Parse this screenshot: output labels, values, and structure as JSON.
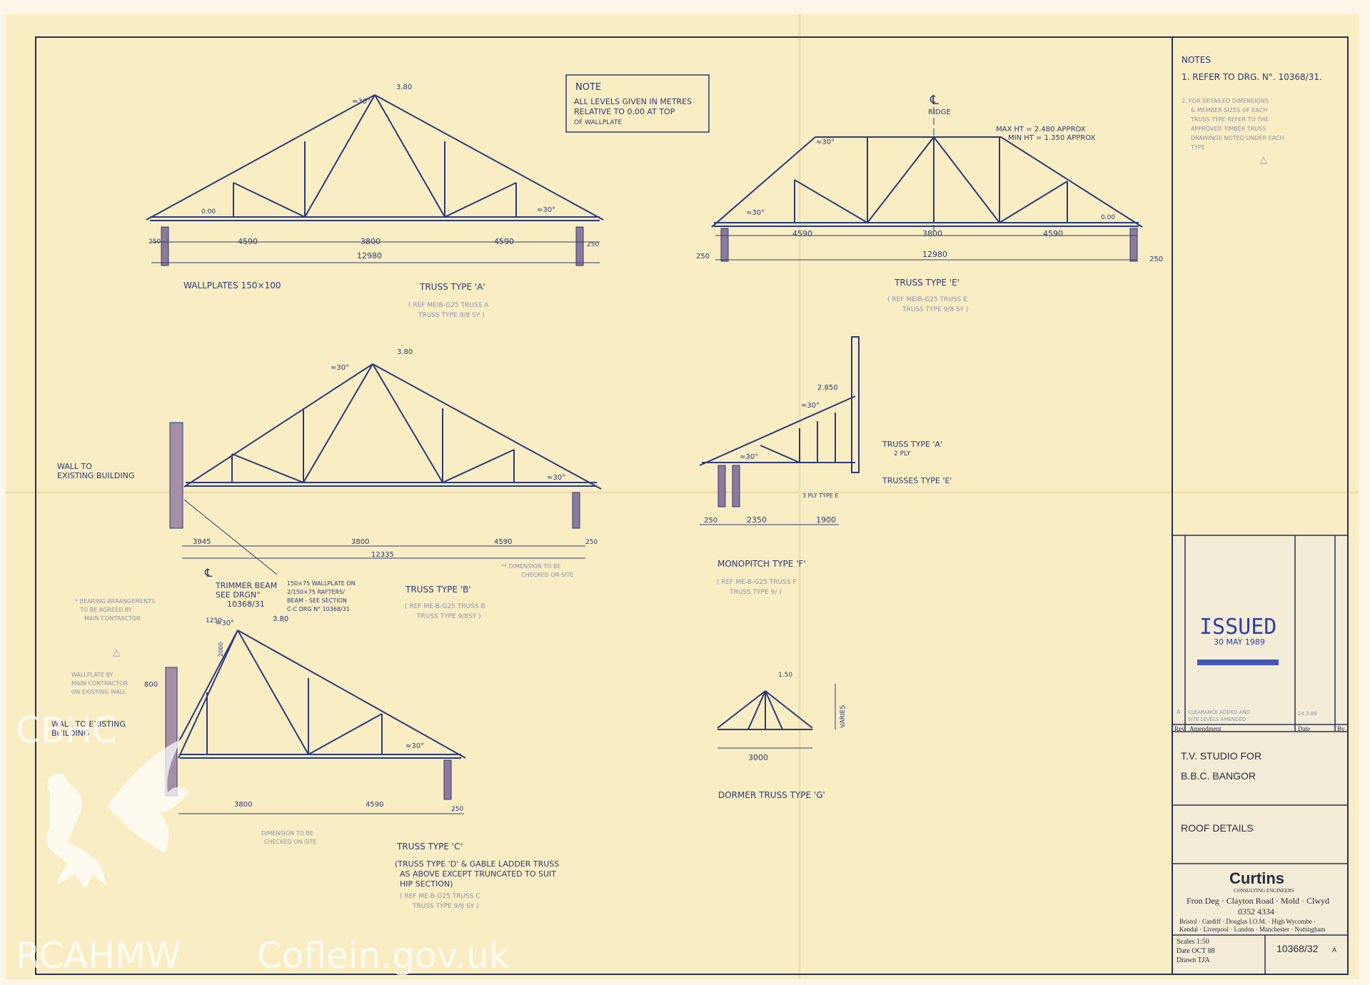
{
  "drawing": {
    "note_box": {
      "title": "NOTE",
      "line1": "ALL LEVELS GIVEN IN METRES",
      "line2": "RELATIVE TO 0.00 AT TOP",
      "line3": "OF WALLPLATE"
    },
    "truss_a": {
      "label": "TRUSS TYPE 'A'",
      "ref1": "( REF MEIB-G25 TRUSS A",
      "ref2": "TRUSS TYPE 9/8 SY )",
      "level": "3.80",
      "angle": "≈30°",
      "angle2": "≈30°",
      "eaves_level": "0.00",
      "bearing": "250",
      "bearing_r": "250",
      "dim_left": "4590",
      "dim_mid": "3800",
      "dim_right": "4590",
      "dim_total": "12980",
      "wallplates": "WALLPLATES 150×100"
    },
    "truss_e": {
      "label": "TRUSS TYPE 'E'",
      "ref1": "( REF MEIB-G25 TRUSS E",
      "ref2": "TRUSS TYPE 9/8 SY )",
      "ridge": "RIDGE",
      "max_ht": "MAX HT = 2.480 APPROX",
      "min_ht": "MIN HT = 1.350 APPROX",
      "angle": "≈30°",
      "angle2": "≈30°",
      "eaves_level": "0.00",
      "bearing_l": "250",
      "bearing_r": "250",
      "dim_left": "4590",
      "dim_mid": "3800",
      "dim_right": "4590",
      "dim_total": "12980"
    },
    "truss_b": {
      "label": "TRUSS TYPE 'B'",
      "ref1": "( REF ME-B-G25 TRUSS B",
      "ref2": "TRUSS TYPE 9/8SY )",
      "level": "3.80",
      "angle": "≈30°",
      "angle2": "≈30°",
      "wall_label1": "WALL TO",
      "wall_label2": "EXISTING BUILDING",
      "dim_left": "3945",
      "dim_mid": "3800",
      "dim_right": "4590",
      "dim_total": "12335",
      "bearing": "250",
      "site_note1": "** DIMENSION TO BE",
      "site_note2": "CHECKED ON SITE",
      "trimmer1": "TRIMMER BEAM",
      "trimmer2": "SEE DRGN°",
      "trimmer3": "10368/31",
      "trimmer_note1": "150×75 WALLPLATE ON",
      "trimmer_note2": "2/150×75 RAFTERS/",
      "trimmer_note3": "BEAM - SEE SECTION",
      "trimmer_note4": "C-C DRG N° 10368/31"
    },
    "truss_c": {
      "label": "TRUSS TYPE 'C'",
      "note1": "(TRUSS TYPE 'D' & GABLE LADDER TRUSS",
      "note2": "AS ABOVE EXCEPT TRUNCATED TO SUIT",
      "note3": "HIP SECTION)",
      "ref1": "( REF ME-B-G25 TRUSS C",
      "ref2": "TRUSS TYPE 9/8 SY )",
      "level": "3.80",
      "angle": "≈30°",
      "angle2": "≈30°",
      "wall_label1": "WALL TO EXISTING",
      "wall_label2": "BUILDING",
      "dim_left": "3800",
      "dim_right": "4590",
      "bearing": "250",
      "dim_1250": "1250",
      "dim_800": "800",
      "dim_2000": "2000",
      "site_note1": "DIMENSION TO BE",
      "site_note2": "CHECKED ON SITE",
      "left_note1": "* BEARING ARRANGEMENTS",
      "left_note2": "TO BE AGREED BY",
      "left_note3": "MAIN CONTRACTOR",
      "left_note4": "WALLPLATE BY",
      "left_note5": "MAIN CONTRACTOR",
      "left_note6": "ON EXISTING WALL"
    },
    "monopitch": {
      "label": "MONOPITCH TYPE 'F'",
      "ref1": "( REF ME-B-G25 TRUSS F",
      "ref2": "TRUSS TYPE 9/ )",
      "level": "2.850",
      "angle": "≈30°",
      "angle2": "≈30°",
      "truss_a_note": "TRUSS TYPE 'A'",
      "truss_a_note2": "2 PLY",
      "trusses_e_note": "TRUSSES TYPE 'E'",
      "ply_note": "3 PLY TYPE E",
      "dim_250": "250",
      "dim_2350": "2350",
      "dim_1900": "1900"
    },
    "dormer": {
      "label": "DORMER TRUSS TYPE 'G'",
      "level": "1.50",
      "varies": "VARIES",
      "dim": "3000"
    },
    "delta": "△"
  },
  "notes_panel": {
    "title": "NOTES",
    "note1": "1. REFER TO DRG. N°. 10368/31.",
    "note2_1": "2. FOR DETAILED DIMENSIONS",
    "note2_2": "& MEMBER SIZES OF EACH",
    "note2_3": "TRUSS TYPE REFER TO THE",
    "note2_4": "APPROVED TIMBER TRUSS",
    "note2_5": "DRAWINGS NOTED UNDER EACH",
    "note2_6": "TYPE"
  },
  "stamp": {
    "text": "ISSUED",
    "date": "30 MAY 1989"
  },
  "revision": {
    "rev_label": "Rev",
    "amendment_label": "Amendment",
    "date_label": "Date",
    "by_label": "By",
    "rev_a": "A",
    "rev_a_text1": "CLEARANCE ADDED AND",
    "rev_a_text2": "SITE LEVELS AMENDED",
    "rev_a_date": "24.3.89"
  },
  "title_block": {
    "project1": "T.V. STUDIO FOR",
    "project2": "B.B.C. BANGOR",
    "drawing_title": "ROOF DETAILS",
    "company": "Curtins",
    "company_sub": "CONSULTING ENGINEERS",
    "address": "Fron Deg · Clayton Road · Mold · Clwyd",
    "phone": "0352 4334",
    "offices1": "Bristol · Cardiff · Douglas I.O.M. · High Wycombe ·",
    "offices2": "Kendal · Liverpool · London · Manchester · Nottingham",
    "scales": "Scales 1:50",
    "date": "Date OCT 88",
    "drawn": "Drawn TJA",
    "drawing_no": "10368/32",
    "rev": "A"
  },
  "watermark": {
    "cbhc": "CBHC",
    "rcahmw": "RCAHMW",
    "coflein": "Coflein.gov.uk"
  },
  "colors": {
    "paper": "#f9edc4",
    "ink": "#2b3a7a",
    "stamp": "#2d3fa6",
    "title_block": "#f3ecd6"
  }
}
